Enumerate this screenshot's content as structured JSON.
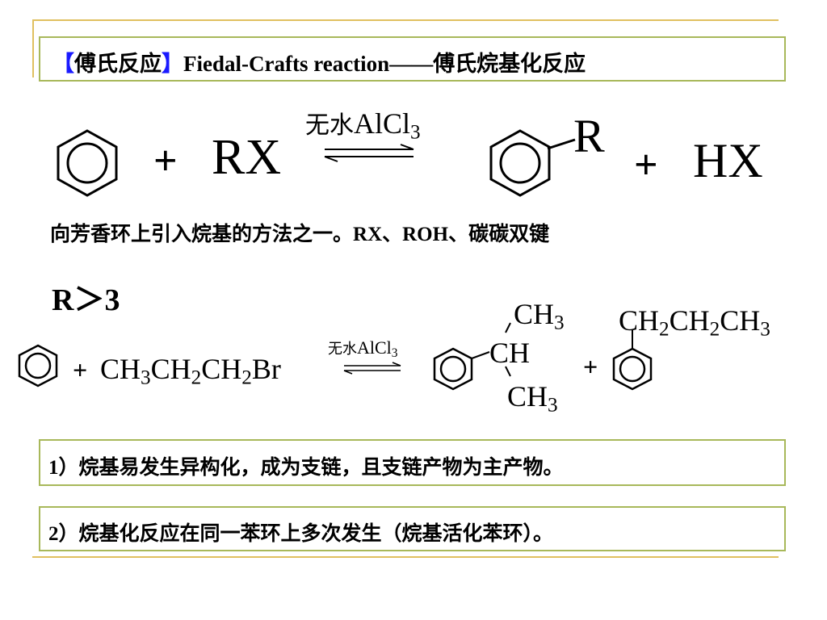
{
  "title": {
    "bracket_open": "【",
    "term": "傅氏反应",
    "bracket_close": "】",
    "en": "Fiedal-Crafts reaction",
    "dash": "——",
    "cn": "傅氏烷基化反应"
  },
  "colors": {
    "bracket": "#1a1aff",
    "box_border": "#a8b85a",
    "rule": "#e0c060"
  },
  "reaction1": {
    "plus1": "+",
    "reagent": "RX",
    "condition_cn": "无水",
    "condition_formula": "AlCl",
    "condition_sub": "3",
    "product_group": "R",
    "plus2": "+",
    "byproduct": "HX"
  },
  "description": {
    "cn": "向芳香环上引入烷基的方法之一。",
    "sources": "RX、ROH、碳碳双键"
  },
  "condition_note": "R＞3",
  "reaction2": {
    "plus1": "+",
    "reagent_parts": [
      "CH",
      "3",
      "CH",
      "2",
      "CH",
      "2",
      "Br"
    ],
    "condition_cn": "无水",
    "condition_formula": "AlCl",
    "condition_sub": "3",
    "iso_top": "CH",
    "iso_top_sub": "3",
    "iso_center": "CH",
    "iso_bottom": "CH",
    "iso_bottom_sub": "3",
    "plus2": "+",
    "npropyl_parts": [
      "CH",
      "2",
      "CH",
      "2",
      "CH",
      "3"
    ]
  },
  "notes": [
    {
      "num": "1）",
      "text": "烷基易发生异构化，成为支链，且支链产物为主产物。"
    },
    {
      "num": "2）",
      "text": "烷基化反应在同一苯环上多次发生（烷基活化苯环）。"
    }
  ]
}
